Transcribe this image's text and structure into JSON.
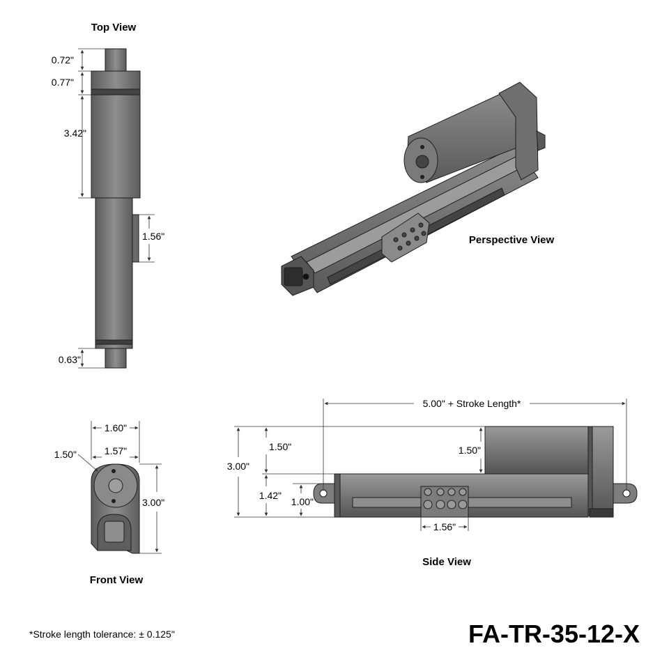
{
  "views": {
    "top_title": "Top View",
    "perspective_title": "Perspective View",
    "front_title": "Front View",
    "side_title": "Side View"
  },
  "top_view": {
    "dim_rod_end": "0.72\"",
    "dim_collar": "0.77\"",
    "dim_motor_length": "3.42\"",
    "dim_connector": "1.56\"",
    "dim_base": "0.63\""
  },
  "front_view": {
    "dim_width_overall": "1.60\"",
    "dim_width_motor": "1.57\"",
    "dim_diameter": "1.50\"",
    "dim_height": "3.00\""
  },
  "side_view": {
    "dim_overall_length": "5.00\" + Stroke Length*",
    "dim_motor_left": "1.50\"",
    "dim_overall_height": "3.00\"",
    "dim_housing": "1.42\"",
    "dim_mount_hole": "1.00\"",
    "dim_motor_right": "1.50\"",
    "dim_connector": "1.56\""
  },
  "footnote": "*Stroke length tolerance: ± 0.125\"",
  "part_number": "FA-TR-35-12-X",
  "colors": {
    "body": "#7a7a7a",
    "body_light": "#9a9a9a",
    "body_dark": "#4e4e4e",
    "outline": "#1e1e1e",
    "dim_line": "#333333"
  }
}
